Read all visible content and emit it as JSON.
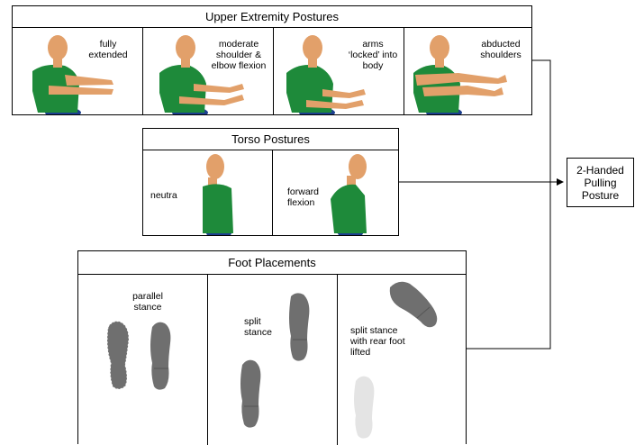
{
  "upper": {
    "title": "Upper Extremity Postures",
    "panels": [
      {
        "label": "fully extended"
      },
      {
        "label": "moderate shoulder & elbow flexion"
      },
      {
        "label": "arms ‘locked’ into body"
      },
      {
        "label": "abducted shoulders"
      }
    ]
  },
  "torso": {
    "title": "Torso Postures",
    "panels": [
      {
        "label": "neutra"
      },
      {
        "label": "forward flexion"
      }
    ]
  },
  "foot": {
    "title": "Foot Placements",
    "panels": [
      {
        "label": "parallel stance"
      },
      {
        "label": "split stance"
      },
      {
        "label": "split stance with rear foot lifted"
      }
    ]
  },
  "result": {
    "label": "2-Handed Pulling Posture"
  },
  "colors": {
    "shirt": "#1e8a3a",
    "skin": "#e2a06a",
    "pants": "#1c3f8f",
    "sole": "#6f6f6f",
    "sole_light": "#e4e4e4"
  }
}
